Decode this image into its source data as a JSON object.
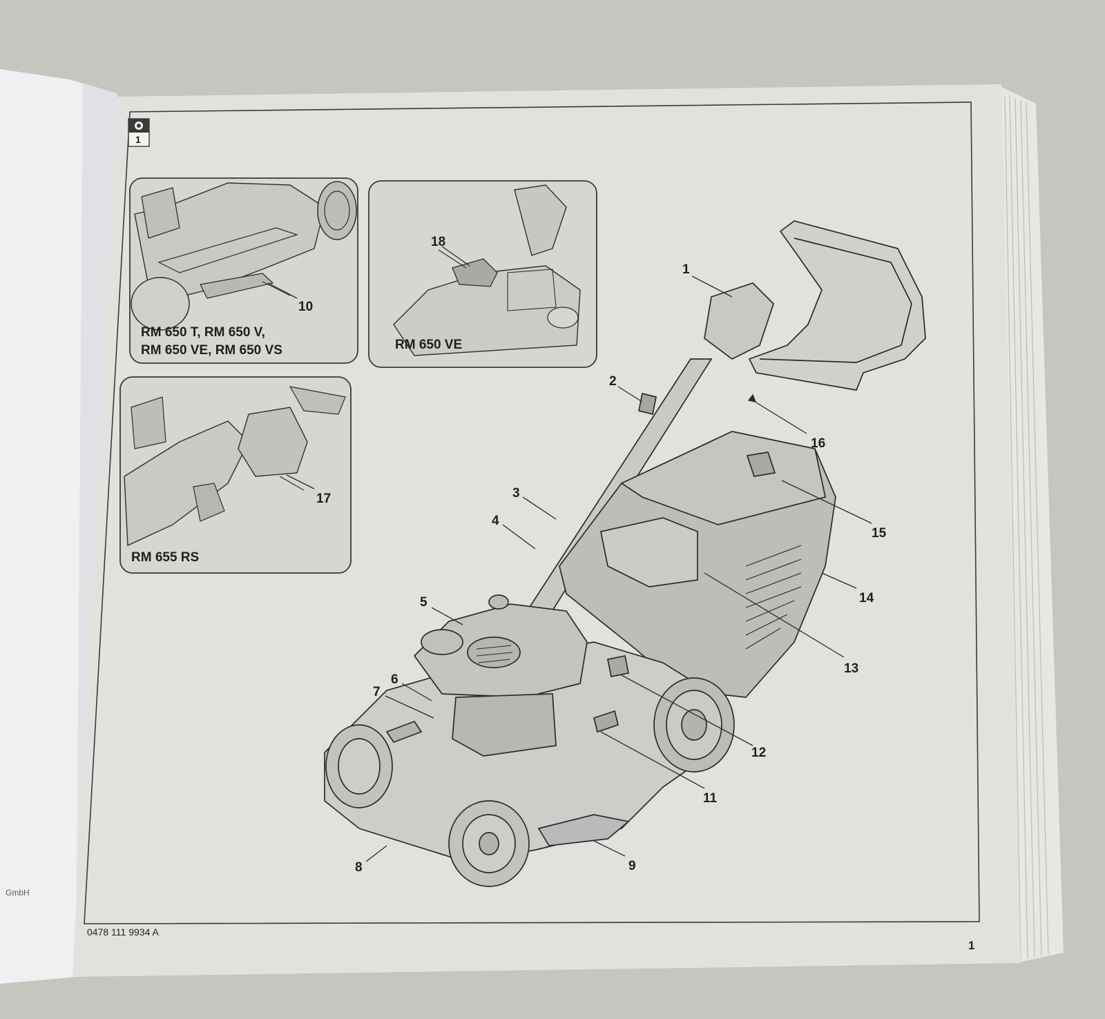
{
  "figure_badge": {
    "icon": "camera-icon",
    "label": "1"
  },
  "callouts": {
    "c1": "1",
    "c2": "2",
    "c3": "3",
    "c4": "4",
    "c5": "5",
    "c6": "6",
    "c7": "7",
    "c8": "8",
    "c9": "9",
    "c10": "10",
    "c11": "11",
    "c12": "12",
    "c13": "13",
    "c14": "14",
    "c15": "15",
    "c16": "16",
    "c17": "17",
    "c18": "18"
  },
  "insets": {
    "top_left": {
      "line1": "RM 650 T, RM 650 V,",
      "line2": "RM 650 VE, RM 650 VS"
    },
    "top_right": {
      "model": "RM 650 VE"
    },
    "bottom_left": {
      "model": "RM 655 RS"
    }
  },
  "footer": {
    "doc_code": "0478 111 9934 A",
    "page_number": "1"
  },
  "left_page": {
    "fragment": "GmbH"
  }
}
